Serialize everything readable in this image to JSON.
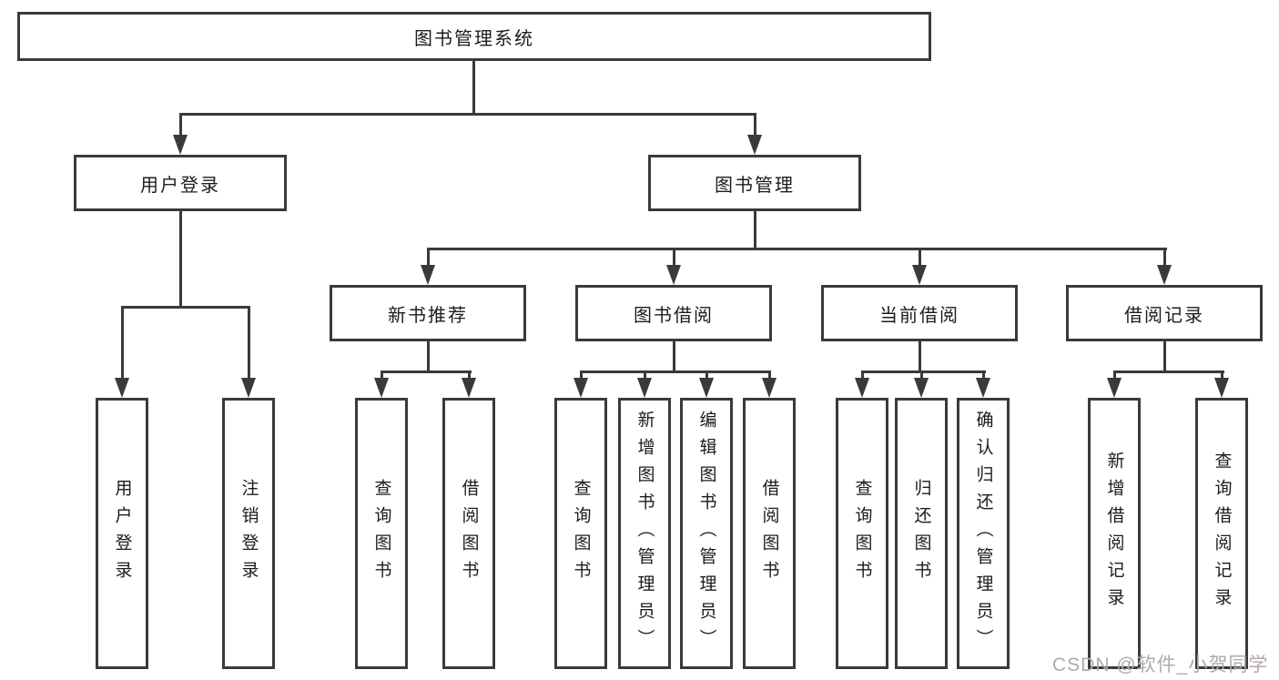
{
  "colors": {
    "line": "#3a3a3a",
    "box_background": "#ffffff",
    "text": "#1c1c1c",
    "watermark": "#b1a9a9"
  },
  "tree": {
    "root": "图书管理系统",
    "branches": [
      {
        "label": "用户登录",
        "leaves": [
          "用户登录",
          "注销登录"
        ]
      },
      {
        "label": "图书管理",
        "groups": [
          {
            "label": "新书推荐",
            "leaves": [
              "查询图书",
              "借阅图书"
            ]
          },
          {
            "label": "图书借阅",
            "leaves": [
              "查询图书",
              "新增图书（管理员）",
              "编辑图书（管理员）",
              "借阅图书"
            ]
          },
          {
            "label": "当前借阅",
            "leaves": [
              "查询图书",
              "归还图书",
              "确认归还（管理员）"
            ]
          },
          {
            "label": "借阅记录",
            "leaves": [
              "新增借阅记录",
              "查询借阅记录"
            ]
          }
        ]
      }
    ]
  },
  "watermark": "CSDN @软件_小贺同学"
}
